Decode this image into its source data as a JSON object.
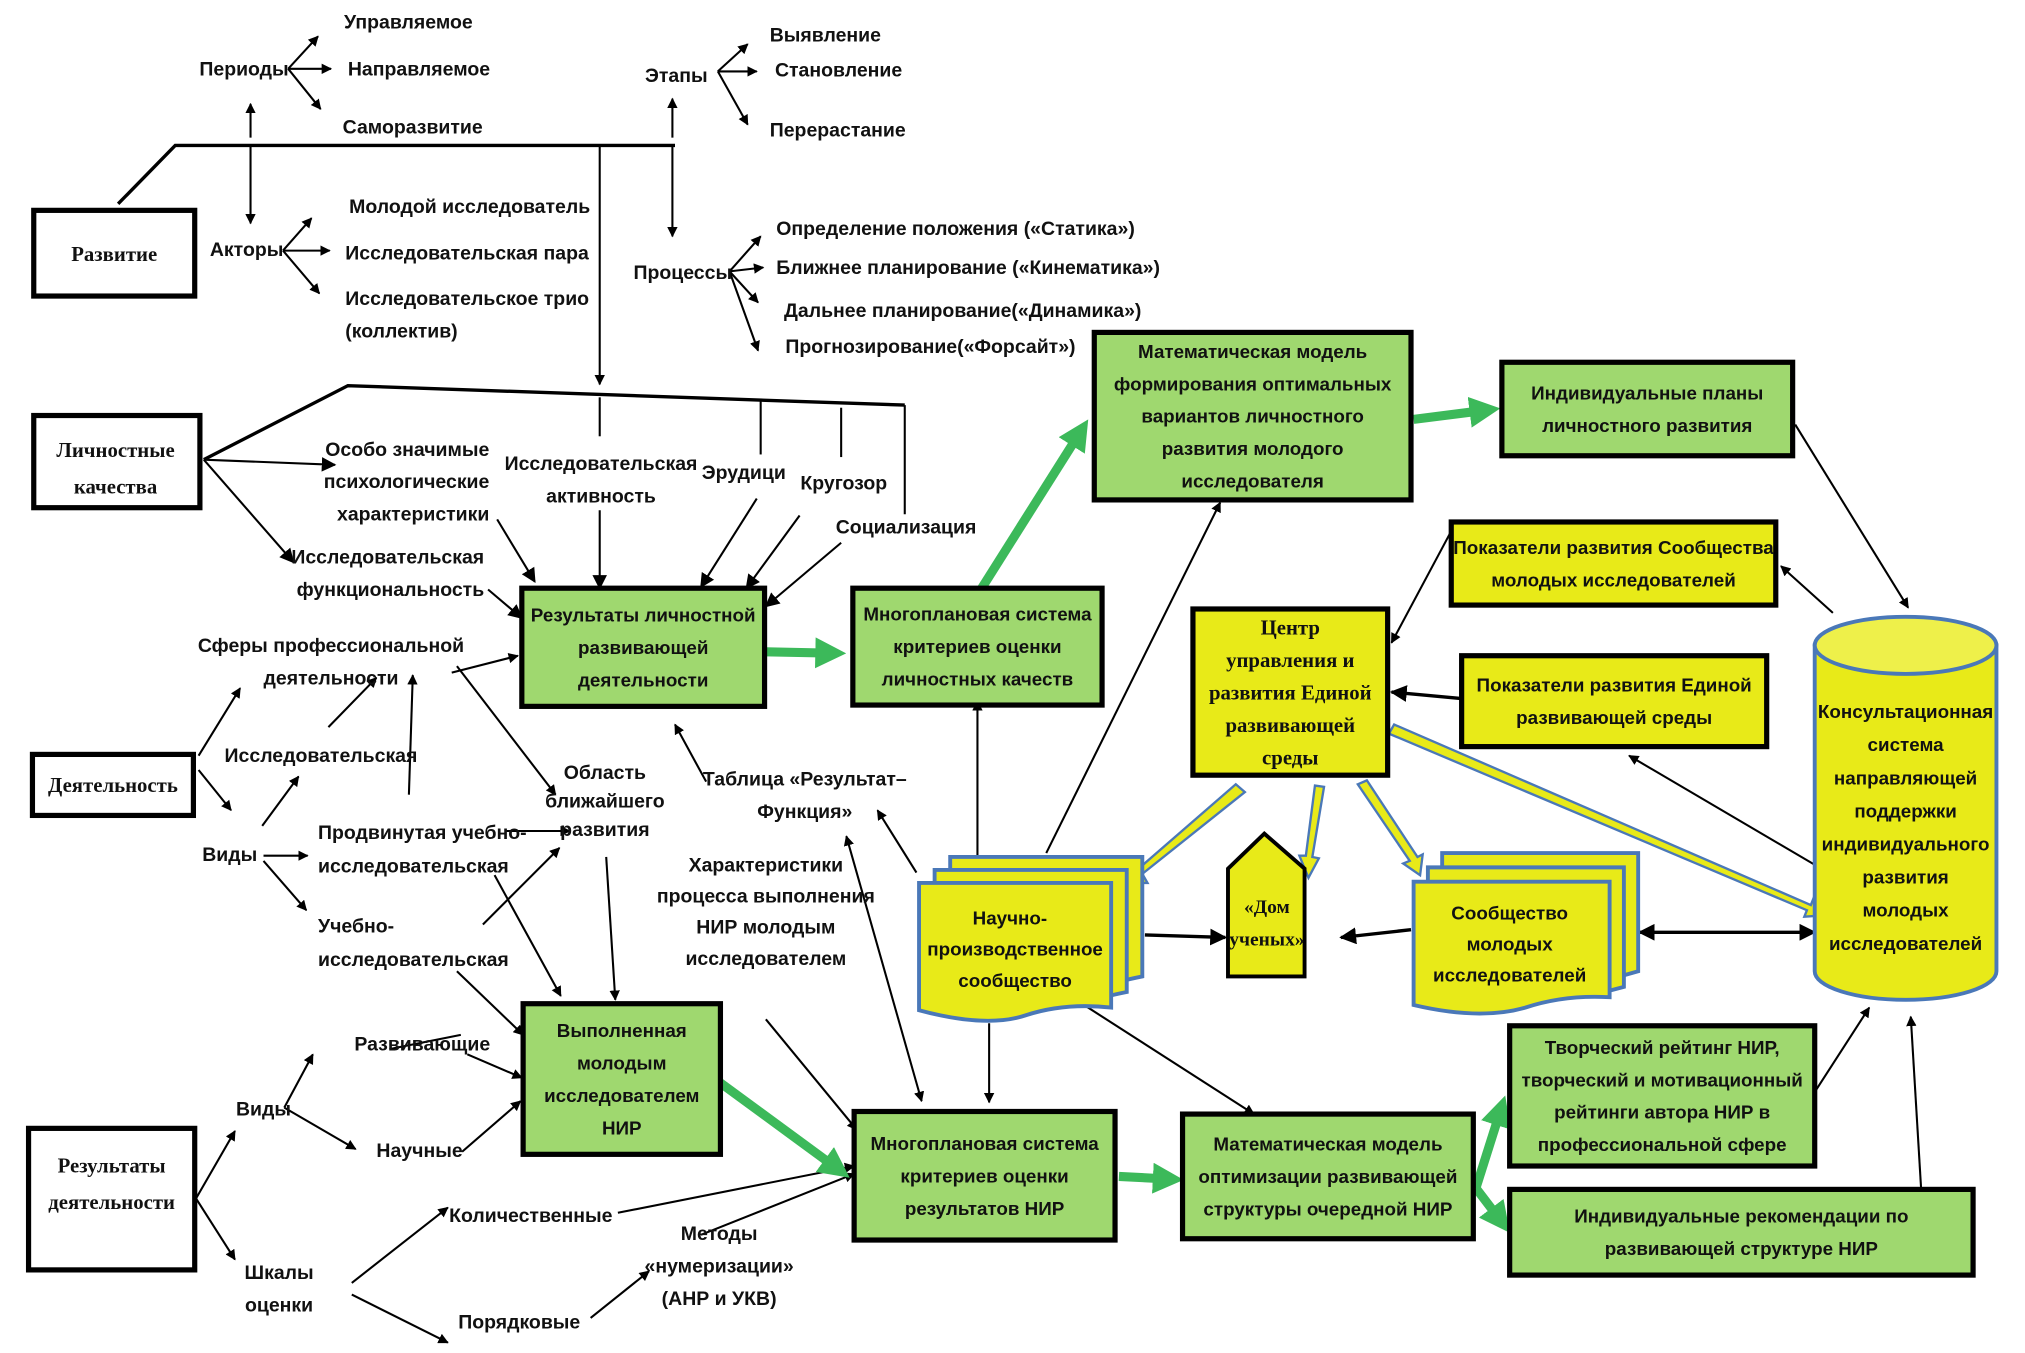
{
  "title": "Схема развития молодого исследователя",
  "colors": {
    "green_box": "#9fd86f",
    "yellow_box": "#e8ea18",
    "green_arrow": "#3cb95a",
    "blue_outline": "#4a78b8"
  },
  "root_boxes": {
    "development": [
      "Развитие"
    ],
    "personal_qualities": [
      "Личностные",
      "качества"
    ],
    "activity": [
      "Деятельность"
    ],
    "activity_results": [
      "Результаты",
      "деятельности"
    ]
  },
  "development_branch": {
    "periods": {
      "label": "Периоды",
      "items": [
        "Управляемое",
        "Направляемое",
        "Саморазвитие"
      ]
    },
    "actors": {
      "label": "Акторы",
      "items": [
        "Молодой исследователь",
        "Исследовательская пара",
        "Исследовательское трио",
        "(коллектив)"
      ]
    },
    "stages": {
      "label": "Этапы",
      "items": [
        "Выявление",
        "Становление",
        "Перерастание"
      ]
    },
    "processes": {
      "label": "Процессы",
      "items": [
        "Определение положения («Статика»)",
        "Ближнее планирование («Кинематика»)",
        "Дальнее планирование(«Динамика»)",
        "Прогнозирование(«Форсайт»)"
      ]
    }
  },
  "personal_branch": {
    "psych": [
      "Особо значимые",
      "психологические",
      "характеристики"
    ],
    "functionality": [
      "Исследовательская",
      "функциональность"
    ],
    "activity": [
      "Исследовательская",
      "активность"
    ],
    "erudition": [
      "Эрудици"
    ],
    "outlook": [
      "Кругозор"
    ],
    "socialization": [
      "Социализация"
    ]
  },
  "activity_branch": {
    "spheres": [
      "Сферы профессиональной",
      "деятельности"
    ],
    "research": [
      "Исследовательская"
    ],
    "kinds_label": "Виды",
    "advanced": [
      "Продвинутая учебно-",
      "исследовательская"
    ],
    "educational": [
      "Учебно-",
      "исследовательская"
    ],
    "zone": [
      "Область",
      "ближайшего",
      "развития"
    ]
  },
  "results_branch": {
    "kinds_label": "Виды",
    "developing": "Развивающие",
    "scientific": "Научные",
    "scales": [
      "Шкалы",
      "оценки"
    ],
    "quantitative": "Количественные",
    "ordinal": "Порядковые",
    "methods": [
      "Методы",
      "«нумеризации»",
      "(АНР и УКВ)"
    ]
  },
  "annotations": {
    "table": [
      "Таблица «Результат–",
      "Функция»"
    ],
    "process_characteristics": [
      "Характеристики",
      "процесса выполнения",
      "НИР молодым",
      "исследователем"
    ]
  },
  "green_boxes": {
    "personal_results": [
      "Результаты личностной",
      "развивающей",
      "деятельности"
    ],
    "criteria_personal": [
      "Многоплановая система",
      "критериев оценки",
      "личностных качеств"
    ],
    "math_model_personal": [
      "Математическая модель",
      "формирования оптимальных",
      "вариантов личностного",
      "развития молодого",
      "исследователя"
    ],
    "individual_plans": [
      "Индивидуальные планы",
      "личностного развития"
    ],
    "completed_research": [
      "Выполненная",
      "молодым",
      "исследователем",
      "НИР"
    ],
    "criteria_research": [
      "Многоплановая система",
      "критериев оценки",
      "результатов  НИР"
    ],
    "math_model_structure": [
      "Математическая модель",
      "оптимизации развивающей",
      "структуры очередной НИР"
    ],
    "creative_rating": [
      "Творческий рейтинг  НИР,",
      "творческий и мотивационный",
      "рейтинги автора НИР в",
      "профессиональной сфере"
    ],
    "recommendations": [
      "Индивидуальные рекомендации  по",
      "развивающей структуре НИР"
    ]
  },
  "yellow_boxes": {
    "community_indicators": [
      "Показатели развития Сообщества",
      "молодых исследователей"
    ],
    "center": [
      "Центр",
      "управления и",
      "развития Единой",
      "развивающей",
      "среды"
    ],
    "environment_indicators": [
      "Показатели развития Единой",
      "развивающей среды"
    ],
    "consulting_system": [
      "Консультационная",
      "система",
      "направляющей",
      "поддержки",
      "индивидуального",
      "развития",
      "молодых",
      "исследователей"
    ],
    "scientific_community": [
      "Научно-",
      "производственное",
      "сообщество"
    ],
    "house": [
      "«Дом",
      "ученых»"
    ],
    "young_community": [
      "Сообщество",
      "молодых",
      "исследователей"
    ]
  }
}
